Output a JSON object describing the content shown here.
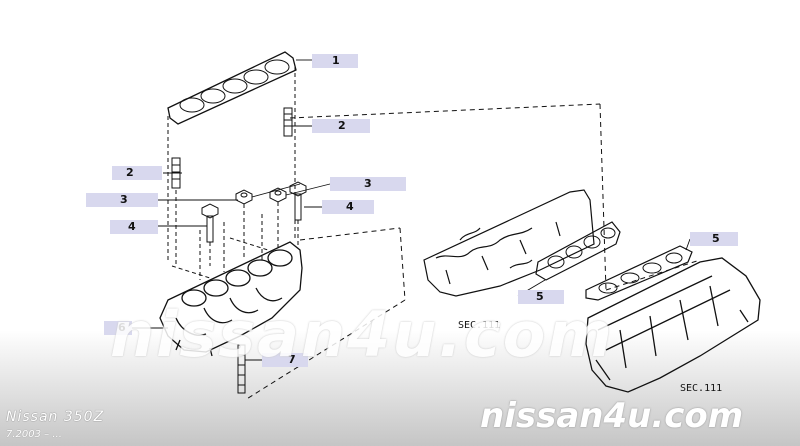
{
  "callouts": [
    {
      "number": "1"
    },
    {
      "number": "2"
    },
    {
      "number": "2"
    },
    {
      "number": "3"
    },
    {
      "number": "3"
    },
    {
      "number": "4"
    },
    {
      "number": "4"
    },
    {
      "number": "5"
    },
    {
      "number": "5"
    },
    {
      "number": "6"
    },
    {
      "number": "7"
    }
  ],
  "section_refs": [
    "SEC.111",
    "SEC.111"
  ],
  "watermark": {
    "main": "nissan4u.com",
    "footer": "nissan4u.com"
  },
  "footer": {
    "model": "Nissan 350Z",
    "date": "7.2003 – ..."
  },
  "colors": {
    "callout_fill": "#d8d8ee",
    "line": "#111111"
  }
}
